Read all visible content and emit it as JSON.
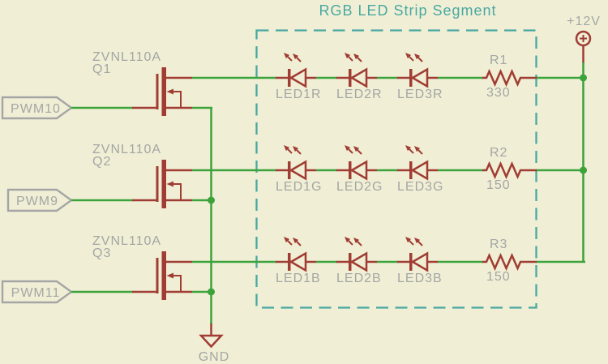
{
  "title": "RGB LED Strip Segment",
  "colors": {
    "background": "#F0EFD5",
    "symbol": "#A03C33",
    "wire": "#3CA23C",
    "label": "#A5A5A5",
    "accent": "#4AA8A2"
  },
  "power": {
    "rail": "+12V",
    "ground": "GND"
  },
  "channels": [
    {
      "input": "PWM10",
      "part": "ZVNL110A",
      "ref": "Q1",
      "leds": [
        "LED1R",
        "LED2R",
        "LED3R"
      ],
      "resistor": {
        "ref": "R1",
        "value": "330"
      }
    },
    {
      "input": "PWM9",
      "part": "ZVNL110A",
      "ref": "Q2",
      "leds": [
        "LED1G",
        "LED2G",
        "LED3G"
      ],
      "resistor": {
        "ref": "R2",
        "value": "150"
      }
    },
    {
      "input": "PWM11",
      "part": "ZVNL110A",
      "ref": "Q3",
      "leds": [
        "LED1B",
        "LED2B",
        "LED3B"
      ],
      "resistor": {
        "ref": "R3",
        "value": "150"
      }
    }
  ]
}
